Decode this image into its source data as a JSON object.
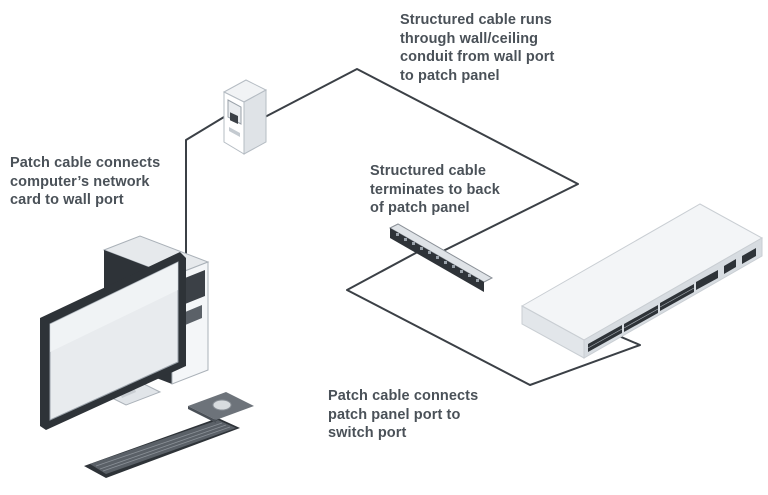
{
  "labels": {
    "structured_run": "Structured cable runs\nthrough wall/ceiling\nconduit from wall port\nto patch panel",
    "patch_to_wall": "Patch cable connects\ncomputer’s network\ncard to wall port",
    "structured_terminates": "Structured cable\nterminates to back\nof patch panel",
    "patch_to_switch": "Patch cable connects\npatch panel port to\nswitch port"
  },
  "colors": {
    "text": "#4a5158",
    "cable": "#3b4046",
    "device_light": "#eceff1",
    "device_mid": "#c9ced3",
    "device_dark": "#2f3439"
  }
}
